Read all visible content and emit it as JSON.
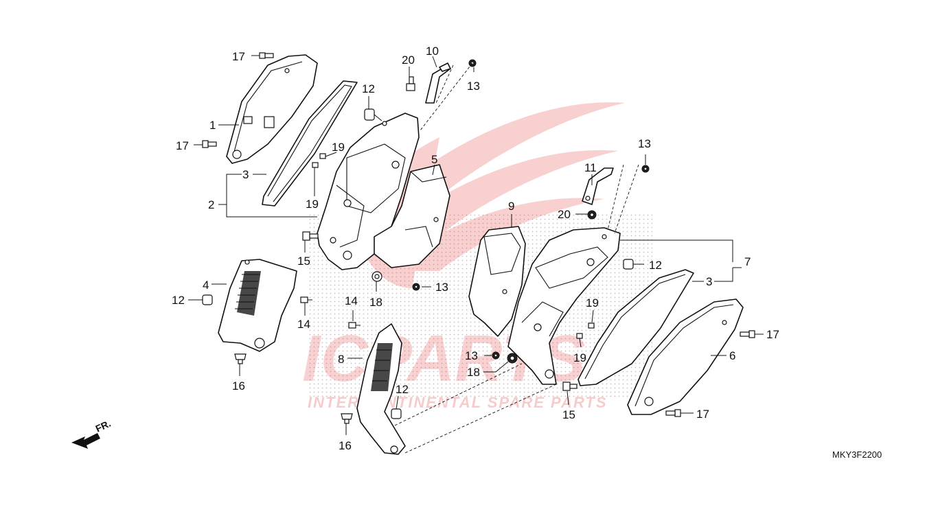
{
  "watermark": {
    "brand": "ICPARTS",
    "tagline": "INTERCONTINENTAL SPARE PARTS",
    "color": "#e03030"
  },
  "diagram_code": "MKY3F2200",
  "direction_label": "FR.",
  "callouts": {
    "c1": "1",
    "c2": "2",
    "c3a": "3",
    "c3b": "3",
    "c4": "4",
    "c5": "5",
    "c6": "6",
    "c7": "7",
    "c8": "8",
    "c9": "9",
    "c10": "10",
    "c11": "11",
    "c12a": "12",
    "c12b": "12",
    "c12c": "12",
    "c12d": "12",
    "c13a": "13",
    "c13b": "13",
    "c13c": "13",
    "c13d": "13",
    "c14a": "14",
    "c14b": "14",
    "c15a": "15",
    "c15b": "15",
    "c16a": "16",
    "c16b": "16",
    "c17a": "17",
    "c17b": "17",
    "c17c": "17",
    "c17d": "17",
    "c18a": "18",
    "c18b": "18",
    "c19a": "19",
    "c19b": "19",
    "c19c": "19",
    "c19d": "19",
    "c20a": "20",
    "c20b": "20"
  }
}
